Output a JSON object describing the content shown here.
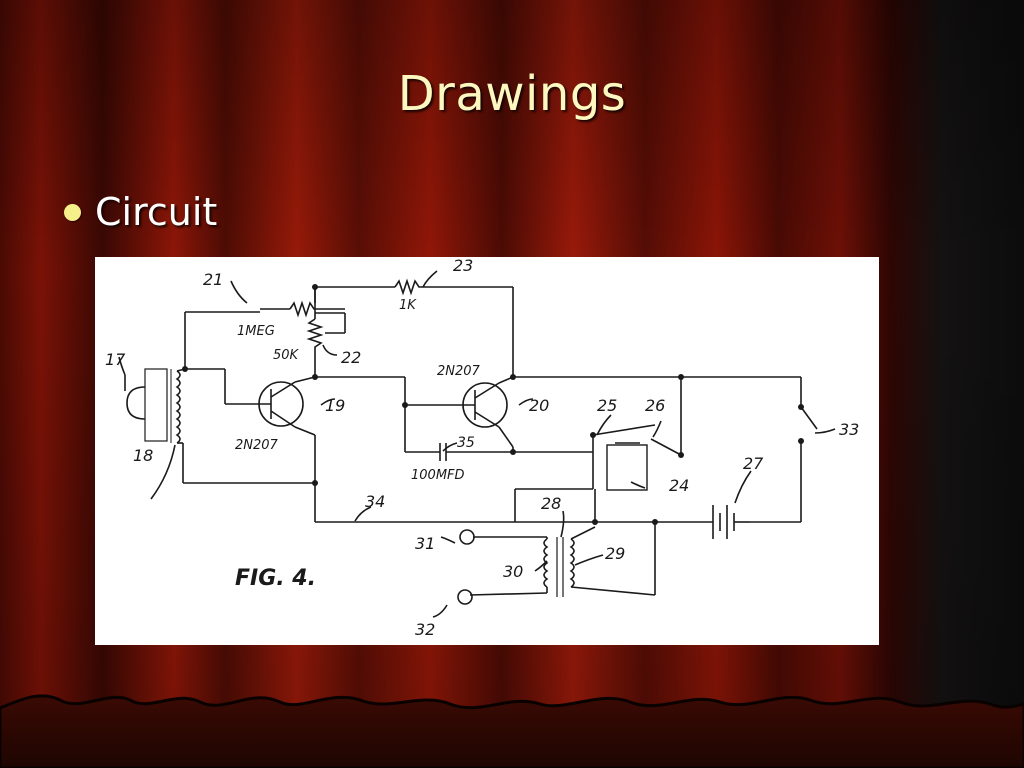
{
  "slide": {
    "title": "Drawings",
    "bullet": "Circuit"
  },
  "figure": {
    "caption": "FIG. 4.",
    "labels": {
      "l17": "17",
      "l18": "18",
      "l19": "19",
      "l20": "20",
      "l21": "21",
      "l22": "22",
      "l23": "23",
      "l24": "24",
      "l25": "25",
      "l26": "26",
      "l27": "27",
      "l28": "28",
      "l29": "29",
      "l30": "30",
      "l31": "31",
      "l32": "32",
      "l33": "33",
      "l34": "34",
      "l35": "35",
      "meg": "1MEG",
      "k50": "50K",
      "k1": "1K",
      "t1": "2N207",
      "t2": "2N207",
      "mfd": "100MFD"
    }
  },
  "colors": {
    "curtain_dark": "#3a0603",
    "curtain_red": "#9a1408",
    "title_color": "#fdf7c0",
    "bullet_color": "#f5f08a"
  }
}
